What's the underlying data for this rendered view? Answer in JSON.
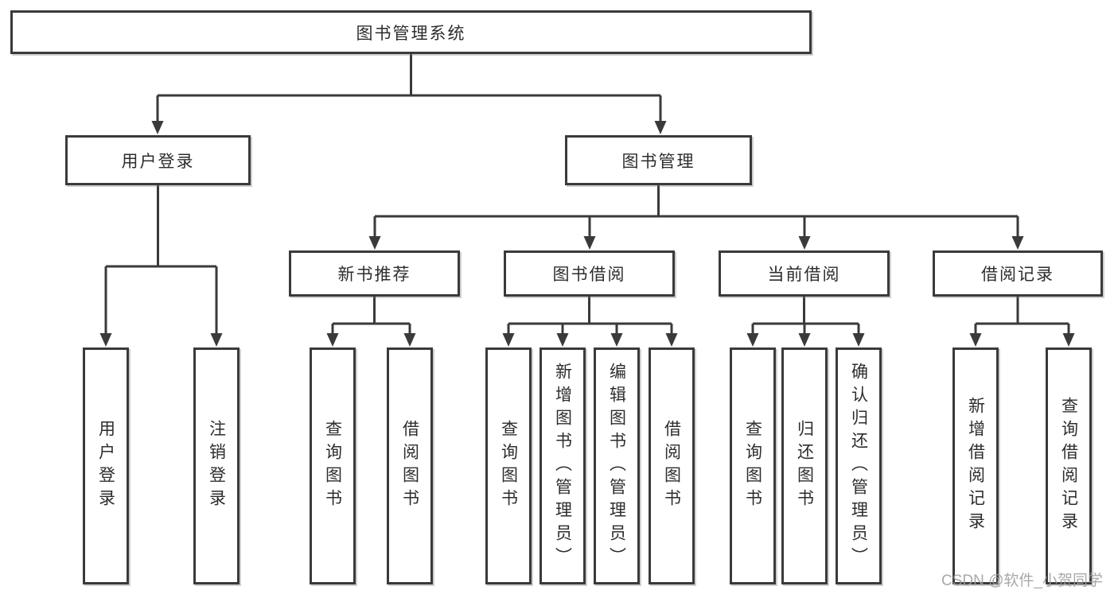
{
  "diagram": {
    "tree": {
      "label": "图书管理系统",
      "children": [
        {
          "label": "用户登录",
          "children": [
            {
              "label": "用户登录"
            },
            {
              "label": "注销登录"
            }
          ]
        },
        {
          "label": "图书管理",
          "children": [
            {
              "label": "新书推荐",
              "children": [
                {
                  "label": "查询图书"
                },
                {
                  "label": "借阅图书"
                }
              ]
            },
            {
              "label": "图书借阅",
              "children": [
                {
                  "label": "查询图书"
                },
                {
                  "label": "新增图书（管理员）"
                },
                {
                  "label": "编辑图书（管理员）"
                },
                {
                  "label": "借阅图书"
                }
              ]
            },
            {
              "label": "当前借阅",
              "children": [
                {
                  "label": "查询图书"
                },
                {
                  "label": "归还图书"
                },
                {
                  "label": "确认归还（管理员）"
                }
              ]
            },
            {
              "label": "借阅记录",
              "children": [
                {
                  "label": "新增借阅记录"
                },
                {
                  "label": "查询借阅记录"
                }
              ]
            }
          ]
        }
      ]
    },
    "colors": {
      "line": "#3a3a3a",
      "box_border": "#3a3a3a",
      "text": "#2d2d2d",
      "background": "#ffffff",
      "watermark": "#9e9e9e"
    }
  },
  "watermark": {
    "text": "CSDN @软件_小贺同学"
  }
}
